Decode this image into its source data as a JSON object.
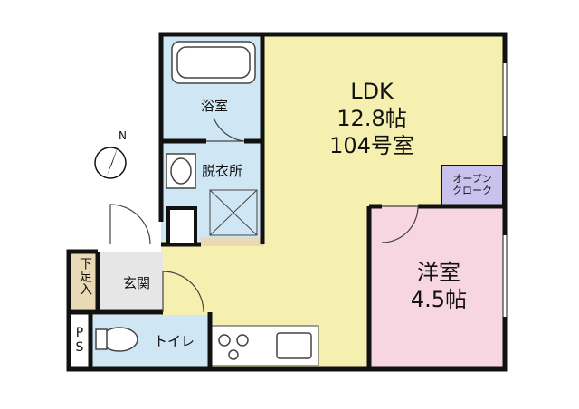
{
  "rooms": {
    "ldk": {
      "name": "LDK",
      "size": "12.8帖",
      "unit": "104号室"
    },
    "western": {
      "name": "洋室",
      "size": "4.5帖"
    },
    "bath": "浴室",
    "dressing": "脱衣所",
    "open_closet": [
      "オープン",
      "クローク"
    ],
    "entrance": "玄関",
    "shoe_box": "下足入",
    "toilet": "トイレ",
    "pipe_space": "PS"
  },
  "compass": {
    "label": "N"
  },
  "colors": {
    "ldk": "#f5f0b0",
    "western": "#f7d6e2",
    "wet": "#cfe7f4",
    "closet": "#c9c2ec",
    "shoe": "#e9d9b4",
    "wall": "#111111"
  }
}
